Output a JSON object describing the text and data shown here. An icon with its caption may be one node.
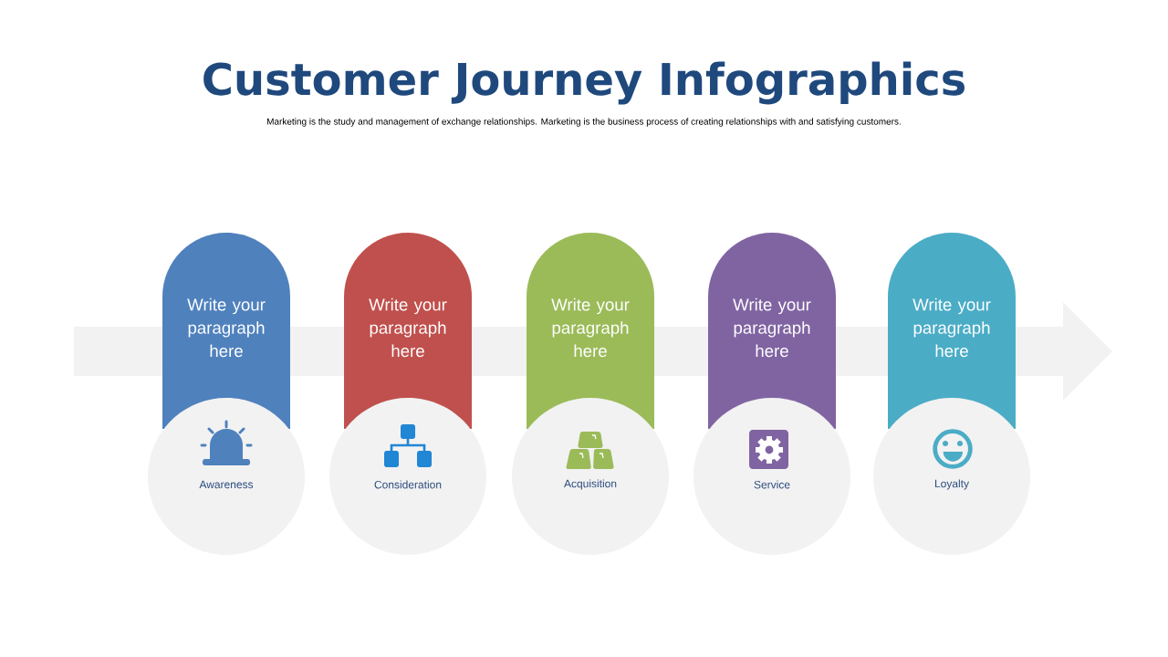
{
  "diagram": {
    "title": "Customer Journey Infographics",
    "nodes": [
      {
        "text": [
          "Write your paragraph here"
        ]
      },
      {
        "text": [
          "Awareness"
        ]
      },
      {
        "text": [
          "Write your paragraph here"
        ]
      },
      {
        "text": [
          "Consideration"
        ]
      },
      {
        "text": [
          "Write your paragraph here"
        ]
      },
      {
        "text": [
          "Acquisition"
        ]
      },
      {
        "text": [
          "Write your paragraph here"
        ]
      },
      {
        "text": [
          "Service"
        ]
      },
      {
        "text": [
          "Write your paragraph here"
        ]
      },
      {
        "text": [
          "Loyalty"
        ]
      }
    ],
    "labels": [
      "Marketing is the study and management of exchange relationships. Marketing is the business process of creating relationships with and satisfying customers."
    ]
  }
}
